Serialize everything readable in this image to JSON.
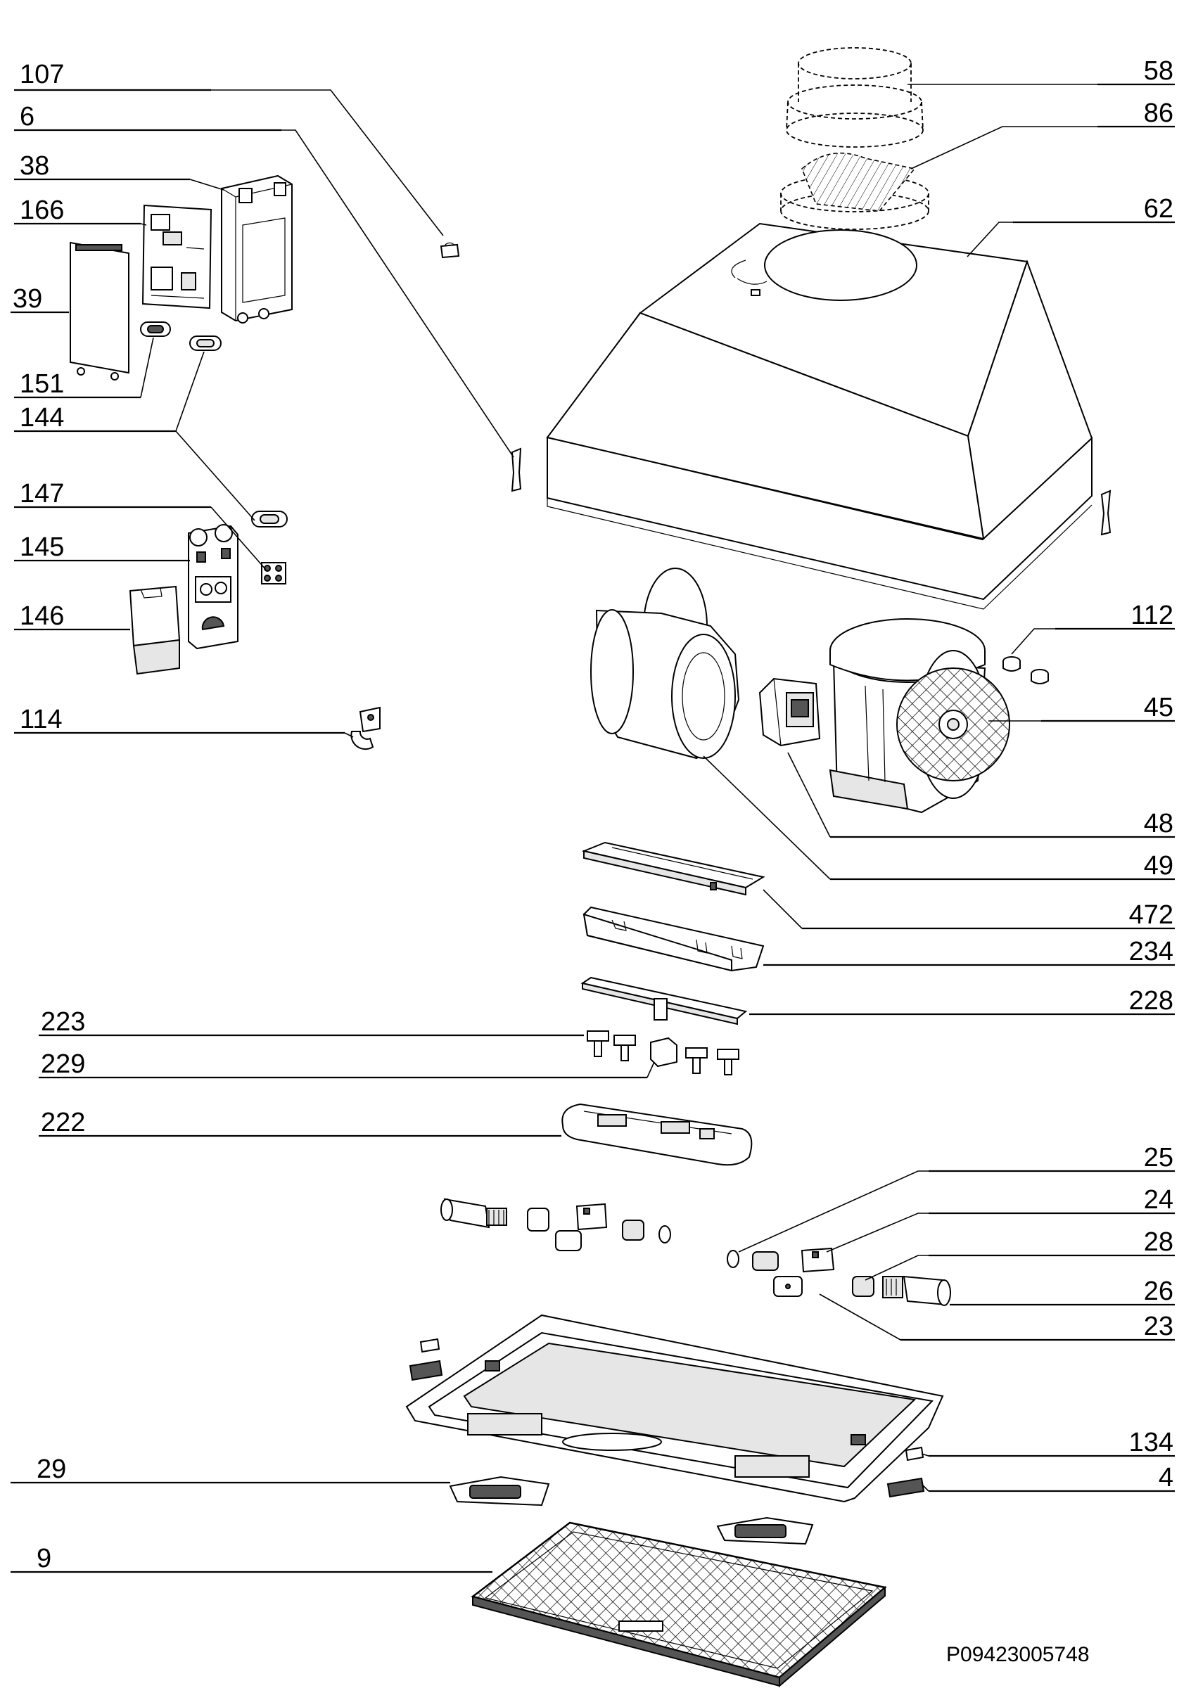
{
  "labels": {
    "l107": "107",
    "l6": "6",
    "l38": "38",
    "l166": "166",
    "l39": "39",
    "l151": "151",
    "l144": "144",
    "l147": "147",
    "l145": "145",
    "l146": "146",
    "l114": "114",
    "l58": "58",
    "l86": "86",
    "l62": "62",
    "l112": "112",
    "l45": "45",
    "l48": "48",
    "l49": "49",
    "l472": "472",
    "l234": "234",
    "l228": "228",
    "l223": "223",
    "l229": "229",
    "l222": "222",
    "l25": "25",
    "l24": "24",
    "l28": "28",
    "l26": "26",
    "l23": "23",
    "l134": "134",
    "l29": "29",
    "l4": "4",
    "l9": "9"
  },
  "drawing_code": "P09423005748"
}
